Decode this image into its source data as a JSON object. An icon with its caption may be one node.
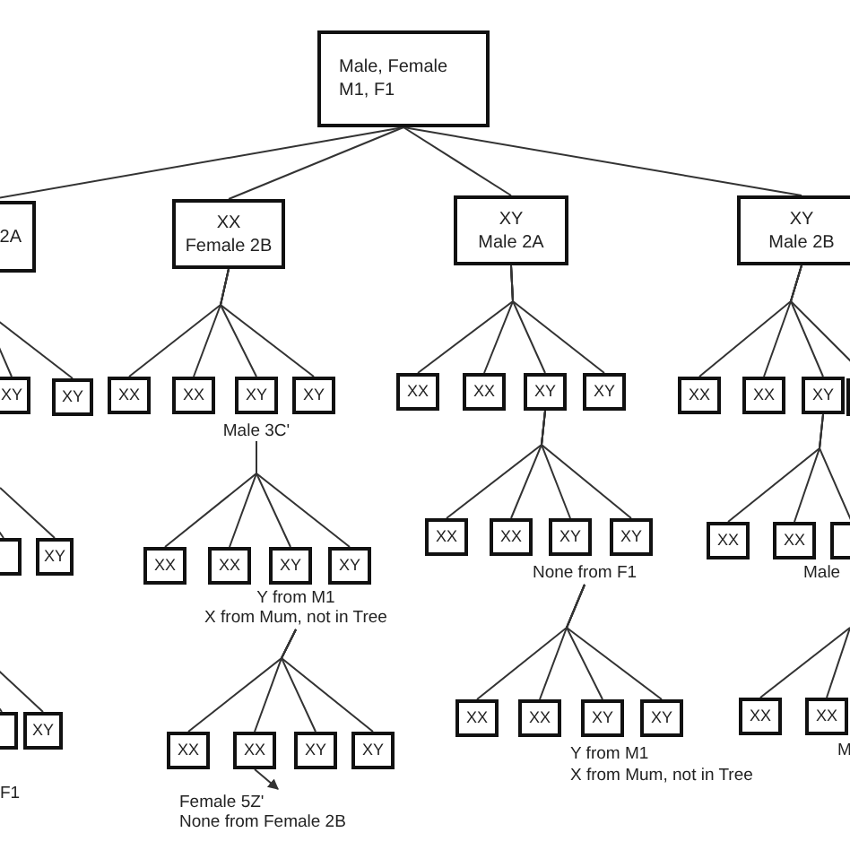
{
  "diagram": {
    "nodes": [
      {
        "text": [
          "Male, Female M1, F1"
        ]
      },
      {
        "text": [
          "2A"
        ]
      },
      {
        "text": [
          "XX",
          "Female 2B"
        ]
      },
      {
        "text": [
          "XY",
          "Male 2A"
        ]
      },
      {
        "text": [
          "XY",
          "Male 2B"
        ]
      },
      {
        "text": [
          "XY"
        ]
      },
      {
        "text": [
          "XY"
        ]
      },
      {
        "text": [
          "XX"
        ]
      },
      {
        "text": [
          "XX"
        ]
      },
      {
        "text": [
          "XY"
        ]
      },
      {
        "text": [
          "XY"
        ]
      },
      {
        "text": [
          "XX"
        ]
      },
      {
        "text": [
          "XX"
        ]
      },
      {
        "text": [
          "XY"
        ]
      },
      {
        "text": [
          "XY"
        ]
      },
      {
        "text": [
          "XX"
        ]
      },
      {
        "text": [
          "XX"
        ]
      },
      {
        "text": [
          "XY"
        ]
      },
      {
        "text": [],
        "shape": "box"
      },
      {
        "text": [
          "Male 3C'"
        ]
      },
      {
        "text": [],
        "shape": "box"
      },
      {
        "text": [
          "XY"
        ]
      },
      {
        "text": [
          "XX"
        ]
      },
      {
        "text": [
          "XX"
        ]
      },
      {
        "text": [
          "XY"
        ]
      },
      {
        "text": [
          "XY"
        ]
      },
      {
        "text": [
          "XX"
        ]
      },
      {
        "text": [
          "XX"
        ]
      },
      {
        "text": [
          "XY"
        ]
      },
      {
        "text": [
          "XY"
        ]
      },
      {
        "text": [
          "XX"
        ]
      },
      {
        "text": [
          "XX"
        ]
      },
      {
        "text": [],
        "shape": "box"
      },
      {
        "text": [
          "None from F1"
        ]
      },
      {
        "text": [
          "Y from M1",
          "X from Mum, not in Tree"
        ]
      },
      {
        "text": [],
        "shape": "box"
      },
      {
        "text": [
          "XY"
        ]
      },
      {
        "text": [
          "XX"
        ]
      },
      {
        "text": [
          "XX"
        ]
      },
      {
        "text": [
          "XY"
        ]
      },
      {
        "text": [
          "XY"
        ]
      },
      {
        "text": [
          "XX"
        ]
      },
      {
        "text": [
          "XX"
        ]
      },
      {
        "text": [
          "XY"
        ]
      },
      {
        "text": [
          "XY"
        ]
      },
      {
        "text": [
          "XX"
        ]
      },
      {
        "text": [
          "XX"
        ]
      },
      {
        "text": [
          "Female 5Z'",
          "None from Female 2B"
        ]
      }
    ],
    "edges": [
      {
        "from": 0,
        "to": 1,
        "arrow": "none"
      },
      {
        "from": 0,
        "to": 2,
        "arrow": "none"
      },
      {
        "from": 0,
        "to": 3,
        "arrow": "none"
      },
      {
        "from": 0,
        "to": 4,
        "arrow": "none"
      },
      {
        "from": 1,
        "to": 5,
        "arrow": "none"
      },
      {
        "from": 1,
        "to": 6,
        "arrow": "none"
      },
      {
        "from": 2,
        "to": 7,
        "arrow": "none"
      },
      {
        "from": 2,
        "to": 8,
        "arrow": "none"
      },
      {
        "from": 2,
        "to": 9,
        "arrow": "none"
      },
      {
        "from": 2,
        "to": 10,
        "arrow": "none"
      },
      {
        "from": 3,
        "to": 11,
        "arrow": "none"
      },
      {
        "from": 3,
        "to": 12,
        "arrow": "none"
      },
      {
        "from": 3,
        "to": 13,
        "arrow": "none"
      },
      {
        "from": 3,
        "to": 14,
        "arrow": "none"
      },
      {
        "from": 4,
        "to": 15,
        "arrow": "none"
      },
      {
        "from": 4,
        "to": 16,
        "arrow": "none"
      },
      {
        "from": 4,
        "to": 17,
        "arrow": "none"
      },
      {
        "from": 4,
        "to": 18,
        "arrow": "none"
      },
      {
        "from": 19,
        "to": 22,
        "arrow": "none"
      },
      {
        "from": 19,
        "to": 23,
        "arrow": "none"
      },
      {
        "from": 19,
        "to": 24,
        "arrow": "none"
      },
      {
        "from": 19,
        "to": 25,
        "arrow": "none"
      },
      {
        "from": 13,
        "to": 26,
        "arrow": "none"
      },
      {
        "from": 13,
        "to": 27,
        "arrow": "none"
      },
      {
        "from": 13,
        "to": 28,
        "arrow": "none"
      },
      {
        "from": 13,
        "to": 29,
        "arrow": "none"
      },
      {
        "from": 17,
        "to": 30,
        "arrow": "none"
      },
      {
        "from": 17,
        "to": 31,
        "arrow": "none"
      },
      {
        "from": 17,
        "to": 32,
        "arrow": "none"
      },
      {
        "from": null,
        "to": 20,
        "arrow": "none"
      },
      {
        "from": null,
        "to": 21,
        "arrow": "none"
      },
      {
        "from": 34,
        "to": 37,
        "arrow": "none"
      },
      {
        "from": 34,
        "to": 38,
        "arrow": "none"
      },
      {
        "from": 34,
        "to": 39,
        "arrow": "none"
      },
      {
        "from": 34,
        "to": 40,
        "arrow": "none"
      },
      {
        "from": 33,
        "to": 41,
        "arrow": "none"
      },
      {
        "from": 33,
        "to": 42,
        "arrow": "none"
      },
      {
        "from": 33,
        "to": 43,
        "arrow": "none"
      },
      {
        "from": 33,
        "to": 44,
        "arrow": "none"
      },
      {
        "from": null,
        "to": 35,
        "arrow": "none"
      },
      {
        "from": null,
        "to": 36,
        "arrow": "none"
      },
      {
        "from": null,
        "to": 45,
        "arrow": "none"
      },
      {
        "from": null,
        "to": 46,
        "arrow": "none"
      },
      {
        "from": 38,
        "to": 47,
        "arrow": "to"
      }
    ],
    "labels": [
      "Male",
      "Y from M1",
      "X from Mum, not in Tree",
      "M",
      "F1"
    ]
  }
}
